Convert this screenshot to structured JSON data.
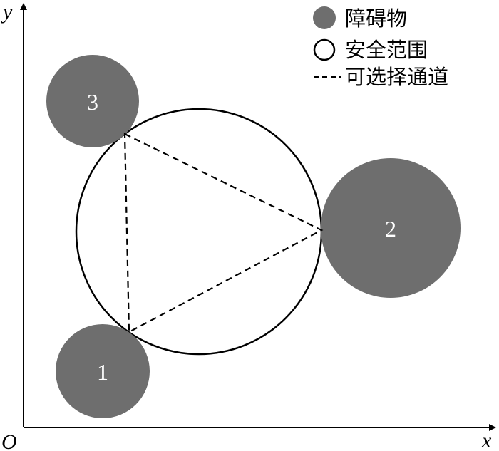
{
  "axes": {
    "x_label": "x",
    "y_label": "y",
    "origin_label": "O"
  },
  "obstacles": [
    {
      "label": "1"
    },
    {
      "label": "2"
    },
    {
      "label": "3"
    }
  ],
  "legend": {
    "obstacle": "障碍物",
    "safe_zone": "安全范围",
    "channel": "可选择通道"
  },
  "colors": {
    "obstacle": "#6e6e6e",
    "line": "#000000",
    "label": "#ffffff"
  }
}
